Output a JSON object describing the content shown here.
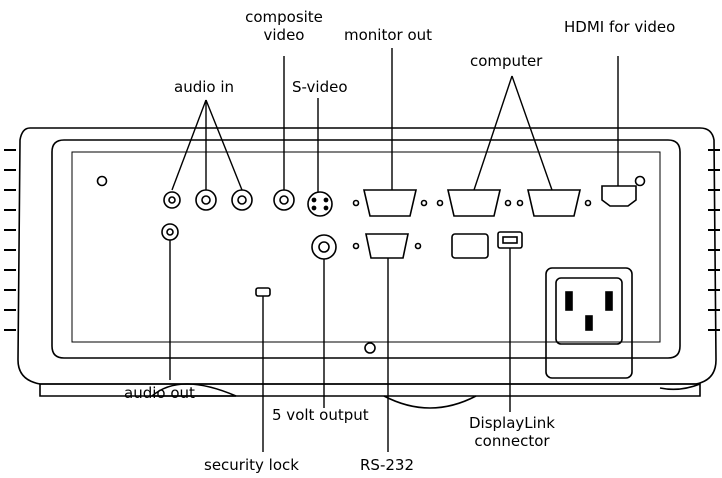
{
  "labels": {
    "composite_video_line1": "composite",
    "composite_video_line2": "video",
    "monitor_out": "monitor out",
    "hdmi_for_video": "HDMI for video",
    "computer": "computer",
    "audio_in": "audio in",
    "s_video": "S-video",
    "audio_out": "audio out",
    "five_volt_output": "5 volt output",
    "displaylink_line1": "DisplayLink",
    "displaylink_line2": "connector",
    "security_lock": "security lock",
    "rs232": "RS-232"
  },
  "colors": {
    "line": "#000000",
    "panel": "#ffffff",
    "background": "#ffffff"
  }
}
